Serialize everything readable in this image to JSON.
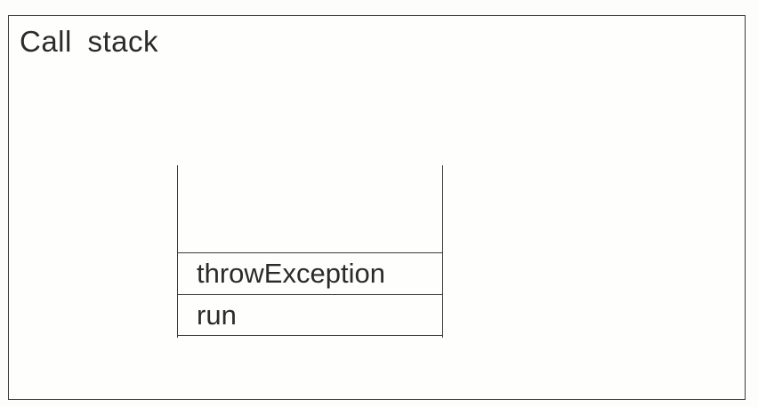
{
  "diagram": {
    "title": "Call stack",
    "frames": [
      {
        "label": "throwException"
      },
      {
        "label": "run"
      }
    ]
  }
}
